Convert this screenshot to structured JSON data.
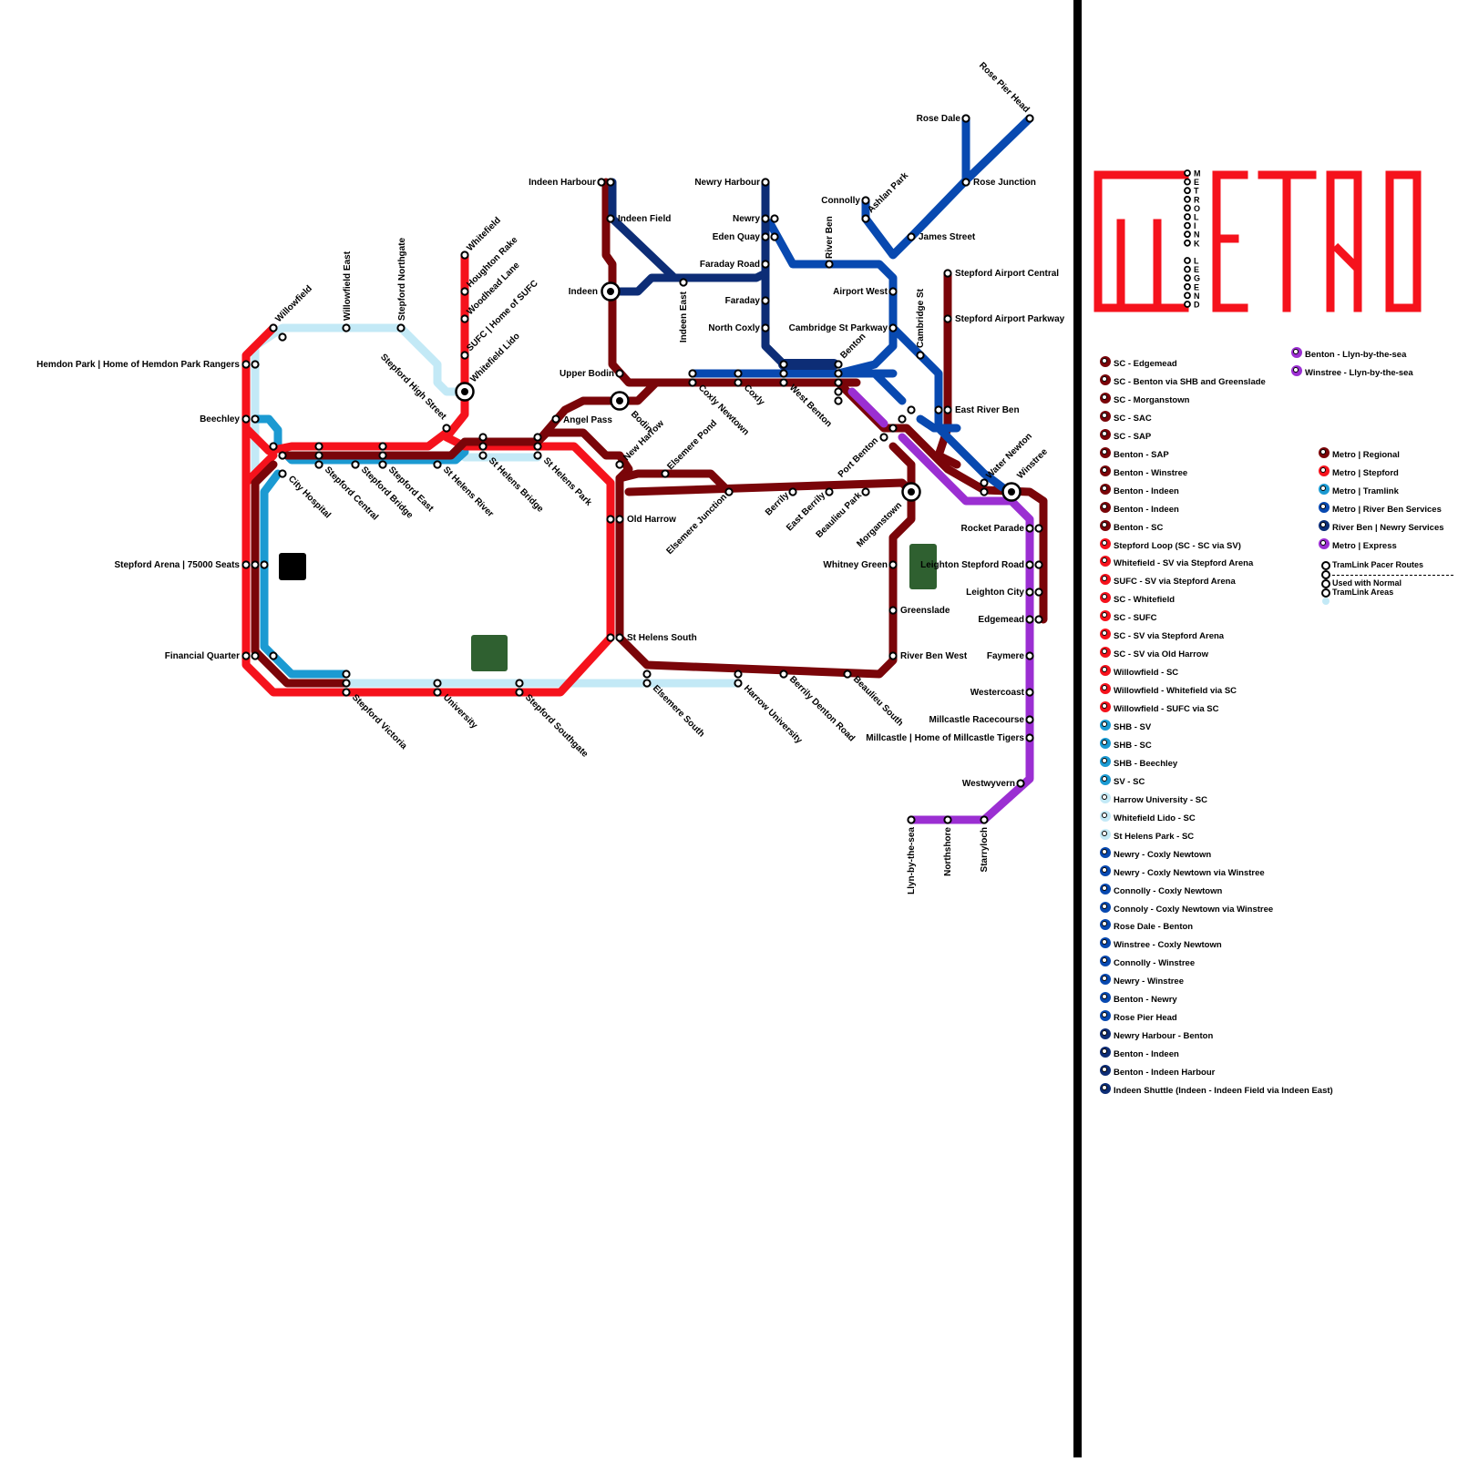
{
  "colors": {
    "regional": "#7a0509",
    "stepford": "#f5121c",
    "tramlink": "#1b9ad2",
    "tram_light": "#c3e9f6",
    "river_ben": "#0849b0",
    "newry": "#0d2d76",
    "express": "#9b2fd2",
    "park": "#2f6030",
    "stadium": "#000000"
  },
  "logo": {
    "title": "METRO",
    "side_label": [
      "M",
      "E",
      "T",
      "R",
      "O",
      "L",
      "I",
      "N",
      "K",
      "",
      "L",
      "E",
      "G",
      "E",
      "N",
      "D"
    ]
  },
  "routes": [
    {
      "name": "SC - Edgemead",
      "line": "regional"
    },
    {
      "name": "SC - Benton via SHB and Greenslade",
      "line": "regional"
    },
    {
      "name": "SC - Morganstown",
      "line": "regional"
    },
    {
      "name": "SC - SAC",
      "line": "regional"
    },
    {
      "name": "SC - SAP",
      "line": "regional"
    },
    {
      "name": "Benton - SAP",
      "line": "regional"
    },
    {
      "name": "Benton - Winstree",
      "line": "regional"
    },
    {
      "name": "Benton - Indeen",
      "line": "regional"
    },
    {
      "name": "Benton - Indeen",
      "line": "regional"
    },
    {
      "name": "Benton - SC",
      "line": "regional"
    },
    {
      "name": "Stepford Loop (SC - SC via SV)",
      "line": "stepford"
    },
    {
      "name": "Whitefield - SV via Stepford Arena",
      "line": "stepford"
    },
    {
      "name": "SUFC - SV via Stepford Arena",
      "line": "stepford"
    },
    {
      "name": "SC - Whitefield",
      "line": "stepford"
    },
    {
      "name": "SC - SUFC",
      "line": "stepford"
    },
    {
      "name": "SC - SV via Stepford Arena",
      "line": "stepford"
    },
    {
      "name": "SC - SV via Old Harrow",
      "line": "stepford"
    },
    {
      "name": "Willowfield - SC",
      "line": "stepford"
    },
    {
      "name": "Willowfield - Whitefield via SC",
      "line": "stepford"
    },
    {
      "name": "Willowfield - SUFC via SC",
      "line": "stepford"
    },
    {
      "name": "SHB - SV",
      "line": "tramlink"
    },
    {
      "name": "SHB - SC",
      "line": "tramlink"
    },
    {
      "name": "SHB - Beechley",
      "line": "tramlink"
    },
    {
      "name": "SV - SC",
      "line": "tramlink"
    },
    {
      "name": "Harrow University -  SC",
      "line": "tram_light"
    },
    {
      "name": "Whitefield Lido - SC",
      "line": "tram_light"
    },
    {
      "name": "St Helens Park - SC",
      "line": "tram_light"
    },
    {
      "name": "Newry - Coxly Newtown",
      "line": "river_ben"
    },
    {
      "name": "Newry - Coxly Newtown via Winstree",
      "line": "river_ben"
    },
    {
      "name": "Connolly - Coxly Newtown",
      "line": "river_ben"
    },
    {
      "name": "Connoly - Coxly Newtown via Winstree",
      "line": "river_ben"
    },
    {
      "name": "Rose Dale - Benton",
      "line": "river_ben"
    },
    {
      "name": "Winstree - Coxly Newtown",
      "line": "river_ben"
    },
    {
      "name": "Connolly - Winstree",
      "line": "river_ben"
    },
    {
      "name": "Newry - Winstree",
      "line": "river_ben"
    },
    {
      "name": "Benton - Newry",
      "line": "river_ben"
    },
    {
      "name": "Rose Pier Head",
      "line": "river_ben"
    },
    {
      "name": "Newry Harbour - Benton",
      "line": "newry"
    },
    {
      "name": "Benton - Indeen",
      "line": "newry"
    },
    {
      "name": "Benton - Indeen Harbour",
      "line": "newry"
    },
    {
      "name": "Indeen Shuttle (Indeen - Indeen Field via Indeen East)",
      "line": "newry"
    }
  ],
  "express_routes": [
    {
      "name": "Benton - Llyn-by-the-sea",
      "line": "express"
    },
    {
      "name": "Winstree - Llyn-by-the-sea",
      "line": "express"
    }
  ],
  "services": [
    {
      "name": "Metro | Regional",
      "line": "regional"
    },
    {
      "name": "Metro | Stepford",
      "line": "stepford"
    },
    {
      "name": "Metro | Tramlink",
      "line": "tramlink"
    },
    {
      "name": "Metro | River Ben Services",
      "line": "river_ben"
    },
    {
      "name": "River Ben | Newry Services",
      "line": "newry"
    },
    {
      "name": "Metro | Express",
      "line": "express"
    }
  ],
  "tram_notes": {
    "pacer": "TramLink Pacer Routes",
    "used_with": "Used with Normal",
    "areas": "TramLink Areas"
  },
  "stations": [
    {
      "name": "Willowfield",
      "angle": -45
    },
    {
      "name": "Hemdon Park | Home of Hemdon Park Rangers",
      "anchor": "end"
    },
    {
      "name": "Willowfield East",
      "angle": -90
    },
    {
      "name": "Stepford Northgate",
      "angle": -90
    },
    {
      "name": "Whitefield",
      "angle": -45
    },
    {
      "name": "Houghton Rake",
      "angle": -45
    },
    {
      "name": "Woodhead Lane",
      "angle": -45
    },
    {
      "name": "SUFC | Home of SUFC",
      "angle": -45
    },
    {
      "name": "Whitefield Lido",
      "angle": -45
    },
    {
      "name": "Stepford High Street",
      "angle": 45,
      "anchor": "end"
    },
    {
      "name": "Beechley",
      "anchor": "end"
    },
    {
      "name": "City Hospital",
      "angle": 45
    },
    {
      "name": "Stepford Central",
      "angle": 45
    },
    {
      "name": "Stepford Bridge",
      "angle": 45
    },
    {
      "name": "Stepford East",
      "angle": 45
    },
    {
      "name": "St Helens River",
      "angle": 45
    },
    {
      "name": "St Helens Bridge",
      "angle": 45
    },
    {
      "name": "St Helens Park",
      "angle": 45
    },
    {
      "name": "Angel Pass"
    },
    {
      "name": "Stepford Arena | 75000 Seats",
      "anchor": "end"
    },
    {
      "name": "Financial Quarter",
      "anchor": "end"
    },
    {
      "name": "Stepford Victoria",
      "angle": 45
    },
    {
      "name": "University",
      "angle": 45
    },
    {
      "name": "Stepford Southgate",
      "angle": 45
    },
    {
      "name": "Indeen Harbour",
      "anchor": "end"
    },
    {
      "name": "Indeen Field"
    },
    {
      "name": "Indeen",
      "anchor": "end"
    },
    {
      "name": "Indeen East",
      "angle": -90,
      "anchor": "end"
    },
    {
      "name": "Upper Bodin",
      "anchor": "end"
    },
    {
      "name": "Bodin",
      "angle": 45
    },
    {
      "name": "New Harrow",
      "angle": -45
    },
    {
      "name": "Old Harrow"
    },
    {
      "name": "St Helens South"
    },
    {
      "name": "Elsemere Pond",
      "angle": -45
    },
    {
      "name": "Elsemere Junction",
      "angle": -45,
      "anchor": "end"
    },
    {
      "name": "Elsemere South",
      "angle": 45
    },
    {
      "name": "Harrow University",
      "angle": 45
    },
    {
      "name": "Berrily Denton Road",
      "angle": 45
    },
    {
      "name": "Beaulieu South",
      "angle": 45
    },
    {
      "name": "Coxly Newtown",
      "angle": 45
    },
    {
      "name": "Coxly",
      "angle": 45
    },
    {
      "name": "West Benton",
      "angle": 45
    },
    {
      "name": "Newry Harbour",
      "anchor": "end"
    },
    {
      "name": "Newry",
      "anchor": "end"
    },
    {
      "name": "Eden Quay",
      "anchor": "end"
    },
    {
      "name": "Faraday Road",
      "anchor": "end"
    },
    {
      "name": "Faraday",
      "anchor": "end"
    },
    {
      "name": "North Coxly",
      "anchor": "end"
    },
    {
      "name": "River Ben",
      "angle": -90
    },
    {
      "name": "Connolly",
      "anchor": "end"
    },
    {
      "name": "Ashlan Park",
      "angle": -45
    },
    {
      "name": "Rose Dale",
      "anchor": "end"
    },
    {
      "name": "Rose Pier Head",
      "angle": 45,
      "anchor": "end"
    },
    {
      "name": "Rose Junction"
    },
    {
      "name": "James Street"
    },
    {
      "name": "Airport West",
      "anchor": "end"
    },
    {
      "name": "Cambridge St Parkway",
      "anchor": "end"
    },
    {
      "name": "Cambridge St",
      "angle": -90
    },
    {
      "name": "Benton",
      "angle": -45
    },
    {
      "name": "Stepford Airport Central"
    },
    {
      "name": "Stepford Airport Parkway"
    },
    {
      "name": "East River Ben"
    },
    {
      "name": "Port Benton",
      "angle": -45,
      "anchor": "end"
    },
    {
      "name": "Water Newton",
      "angle": -45
    },
    {
      "name": "Winstree",
      "angle": -45
    },
    {
      "name": "Berrily",
      "angle": -45,
      "anchor": "end"
    },
    {
      "name": "East Berrily",
      "angle": -45,
      "anchor": "end"
    },
    {
      "name": "Beaulieu Park",
      "angle": -45,
      "anchor": "end"
    },
    {
      "name": "Morganstown",
      "angle": -45,
      "anchor": "end"
    },
    {
      "name": "Whitney Green",
      "anchor": "end"
    },
    {
      "name": "Greenslade"
    },
    {
      "name": "River Ben West"
    },
    {
      "name": "Rocket Parade",
      "anchor": "end"
    },
    {
      "name": "Leighton Stepford Road",
      "anchor": "end"
    },
    {
      "name": "Leighton City",
      "anchor": "end"
    },
    {
      "name": "Edgemead",
      "anchor": "end"
    },
    {
      "name": "Faymere",
      "anchor": "end"
    },
    {
      "name": "Westercoast",
      "anchor": "end"
    },
    {
      "name": "Millcastle Racecourse",
      "anchor": "end"
    },
    {
      "name": "Millcastle | Home of Millcastle Tigers",
      "anchor": "end"
    },
    {
      "name": "Westwyvern",
      "anchor": "end"
    },
    {
      "name": "Llyn-by-the-sea",
      "angle": -90,
      "anchor": "end"
    },
    {
      "name": "Northshore",
      "angle": -90,
      "anchor": "end"
    },
    {
      "name": "Starryloch",
      "angle": -90,
      "anchor": "end"
    }
  ]
}
